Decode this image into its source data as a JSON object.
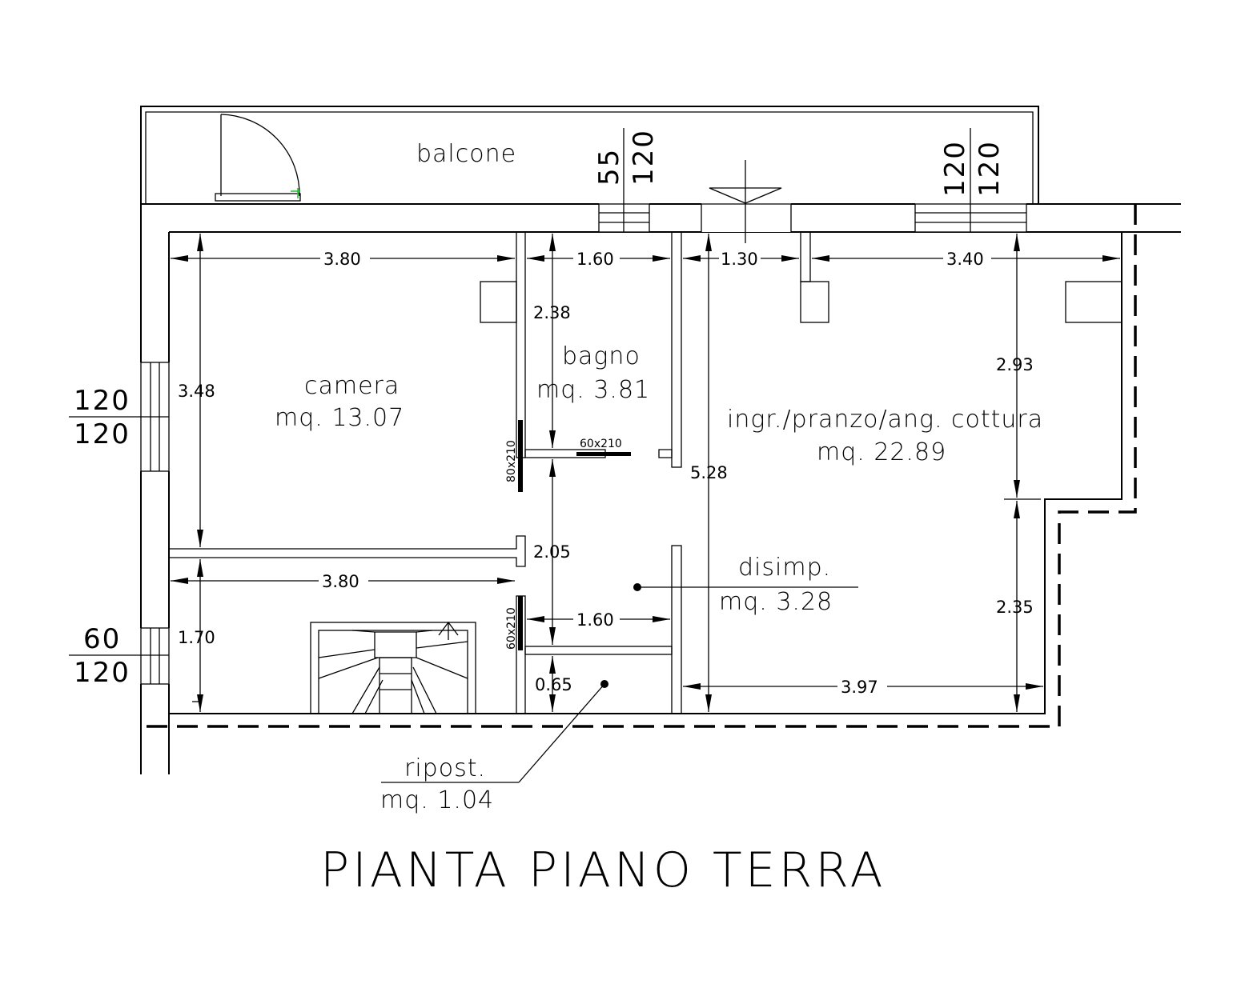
{
  "title": "PIANTA PIANO TERRA",
  "rooms": {
    "balcone": {
      "name": "balcone"
    },
    "camera": {
      "name": "camera",
      "area": "mq. 13.07"
    },
    "bagno": {
      "name": "bagno",
      "area": "mq. 3.81"
    },
    "soggiorno": {
      "name": "ingr./pranzo/ang. cottura",
      "area": "mq. 22.89"
    },
    "disimpegno": {
      "name": "disimp.",
      "area": "mq. 3.28"
    },
    "ripostiglio": {
      "name": "ripost.",
      "area": "mq. 1.04"
    }
  },
  "dimensions": {
    "camera_width": "3.80",
    "bagno_width": "1.60",
    "entry_width": "1.30",
    "kitchen_width": "3.40",
    "camera_depth": "3.48",
    "bagno_depth": "2.38",
    "kitchen_depth_upper": "2.93",
    "total_depth": "5.28",
    "corridor": "2.05",
    "lower_room_width": "3.80",
    "lower_room_depth": "1.70",
    "disimp_width": "1.60",
    "ripost_depth": "0.65",
    "bottom_width": "3.97",
    "kitchen_depth_lower": "2.35"
  },
  "windows": {
    "balcone_left": [
      "55",
      "120"
    ],
    "balcone_right": [
      "120",
      "120"
    ],
    "west_upper": [
      "120",
      "120"
    ],
    "west_lower": [
      "60",
      "120"
    ]
  },
  "doors": {
    "bagno_door": "60x210",
    "camera_door": "80x210",
    "ripost_door": "60x210"
  }
}
